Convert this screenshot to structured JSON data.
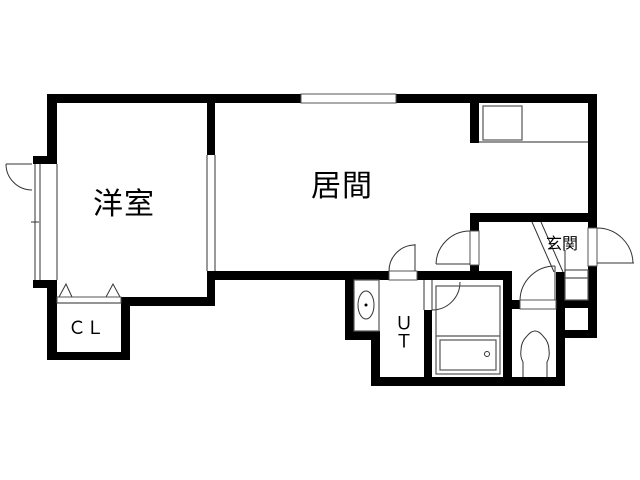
{
  "floor_plan": {
    "title": "",
    "rooms": [
      {
        "id": "western-room",
        "label": "洋室"
      },
      {
        "id": "living-room",
        "label": "居間"
      },
      {
        "id": "closet",
        "label": "ＣＬ"
      },
      {
        "id": "utility",
        "label": "ＵＴ"
      },
      {
        "id": "entrance",
        "label": "玄関"
      }
    ],
    "fixtures": [
      "kitchen-counter",
      "washbasin",
      "bathtub",
      "toilet",
      "shoe-cabinet"
    ],
    "colors": {
      "wall": "#000000",
      "background": "#ffffff",
      "line": "#555555"
    }
  }
}
